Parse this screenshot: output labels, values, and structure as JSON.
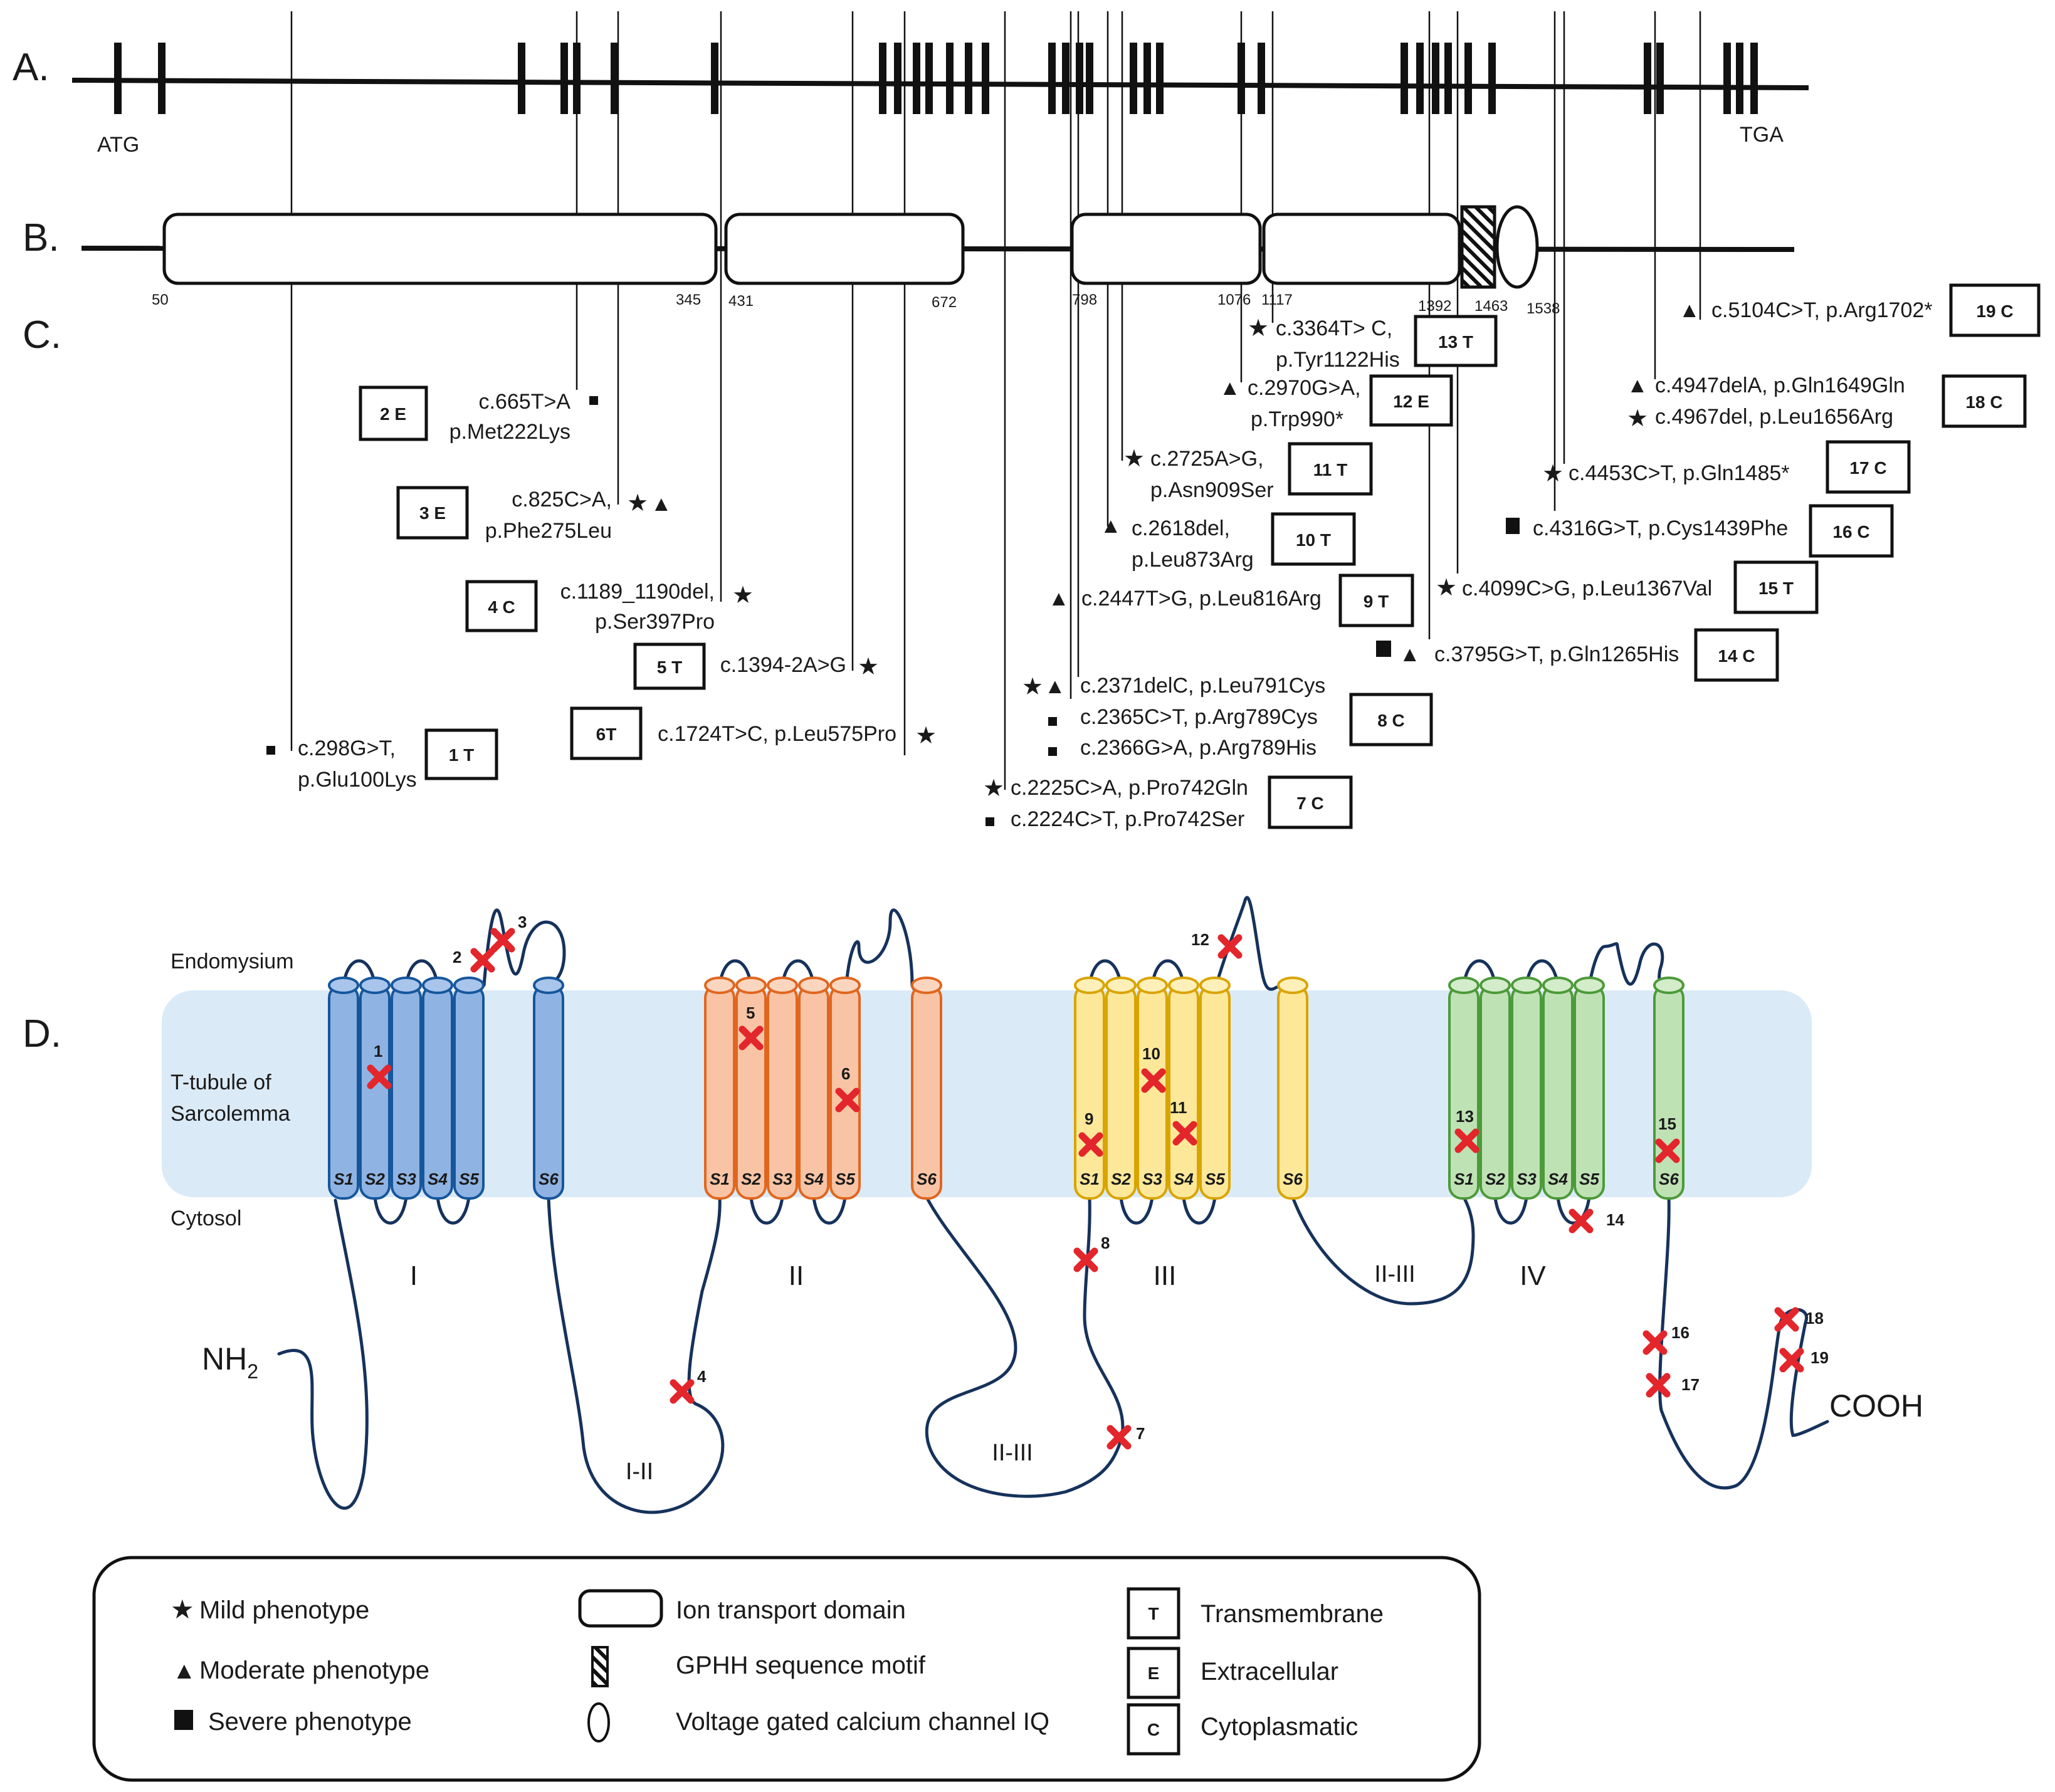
{
  "panels": {
    "a": "A.",
    "b": "B.",
    "c": "C.",
    "d": "D."
  },
  "gene": {
    "start": "ATG",
    "stop": "TGA"
  },
  "protein_positions": [
    "50",
    "345",
    "431",
    "672",
    "798",
    "1076",
    "1117",
    "1392",
    "1463",
    "1538"
  ],
  "variants": [
    {
      "line1": "c.665T>A",
      "line2": "p.Met222Lys",
      "box": "2 E"
    },
    {
      "line1": "c.825C>A,",
      "line2": "p.Phe275Leu",
      "box": "3 E"
    },
    {
      "line1": "c.1189_1190del,",
      "line2": "p.Ser397Pro",
      "box": "4 C"
    },
    {
      "line1": "c.1394-2A>G",
      "box": "5 T"
    },
    {
      "line1": "c.1724T>C, p.Leu575Pro",
      "box": "6T"
    },
    {
      "line1": "c.298G>T,",
      "line2": "p.Glu100Lys",
      "box": "1 T"
    },
    {
      "line1": "c.3364T> C,",
      "line2": "p.Tyr1122His",
      "box": "13 T"
    },
    {
      "line1": "c.2970G>A,",
      "line2": "p.Trp990*",
      "box": "12 E"
    },
    {
      "line1": "c.2725A>G,",
      "line2": "p.Asn909Ser",
      "box": "11 T"
    },
    {
      "line1": "c.2618del,",
      "line2": "p.Leu873Arg",
      "box": "10 T"
    },
    {
      "line1": "c.2447T>G, p.Leu816Arg",
      "box": "9 T"
    },
    {
      "line1": "c.2371delC, p.Leu791Cys",
      "line2": "c.2365C>T, p.Arg789Cys",
      "line3": "c.2366G>A, p.Arg789His",
      "box": "8 C"
    },
    {
      "line1": "c.2225C>A, p.Pro742Gln",
      "line2": "c.2224C>T,  p.Pro742Ser",
      "box": "7 C"
    },
    {
      "line1": "c.5104C>T, p.Arg1702*",
      "box": "19 C"
    },
    {
      "line1": "c.4947delA, p.Gln1649Gln",
      "line2": "c.4967del, p.Leu1656Arg",
      "box": "18 C"
    },
    {
      "line1": "c.4453C>T, p.Gln1485*",
      "box": "17 C"
    },
    {
      "line1": "c.4316G>T, p.Cys1439Phe",
      "box": "16 C"
    },
    {
      "line1": "c.4099C>G, p.Leu1367Val",
      "box": "15 T"
    },
    {
      "line1": "c.3795G>T, p.Gln1265His",
      "box": "14 C"
    }
  ],
  "topology": {
    "endomysium": "Endomysium",
    "ttubule1": "T-tubule  of",
    "ttubule2": "Sarcolemma",
    "cytosol": "Cytosol",
    "nh2": "NH",
    "nh2_sub": "2",
    "cooh": "COOH",
    "domains": [
      "I",
      "II",
      "III",
      "IV"
    ],
    "linkers": [
      "I-II",
      "II-III",
      "II-III"
    ],
    "segments": [
      "S1",
      "S2",
      "S3",
      "S4",
      "S5",
      "S6"
    ],
    "mutation_numbers": [
      "1",
      "2",
      "3",
      "4",
      "5",
      "6",
      "7",
      "8",
      "9",
      "10",
      "11",
      "12",
      "13",
      "14",
      "15",
      "16",
      "17",
      "18",
      "19"
    ],
    "colors": {
      "I": "#8fb3e3",
      "II": "#f9c4a5",
      "III": "#fde89a",
      "IV": "#bfe2b5",
      "membrane": "#dbeaf7",
      "loop": "#16325c",
      "mutation": "#e3262b"
    }
  },
  "legend": {
    "mild": "Mild phenotype",
    "moderate": "Moderate phenotype",
    "severe": "Severe phenotype",
    "ion": "Ion transport domain",
    "gphh": "GPHH sequence motif",
    "iq": "Voltage gated calcium channel IQ",
    "t_key": "T",
    "t": "Transmembrane",
    "e_key": "E",
    "e": "Extracellular",
    "c_key": "C",
    "c": "Cytoplasmatic"
  }
}
